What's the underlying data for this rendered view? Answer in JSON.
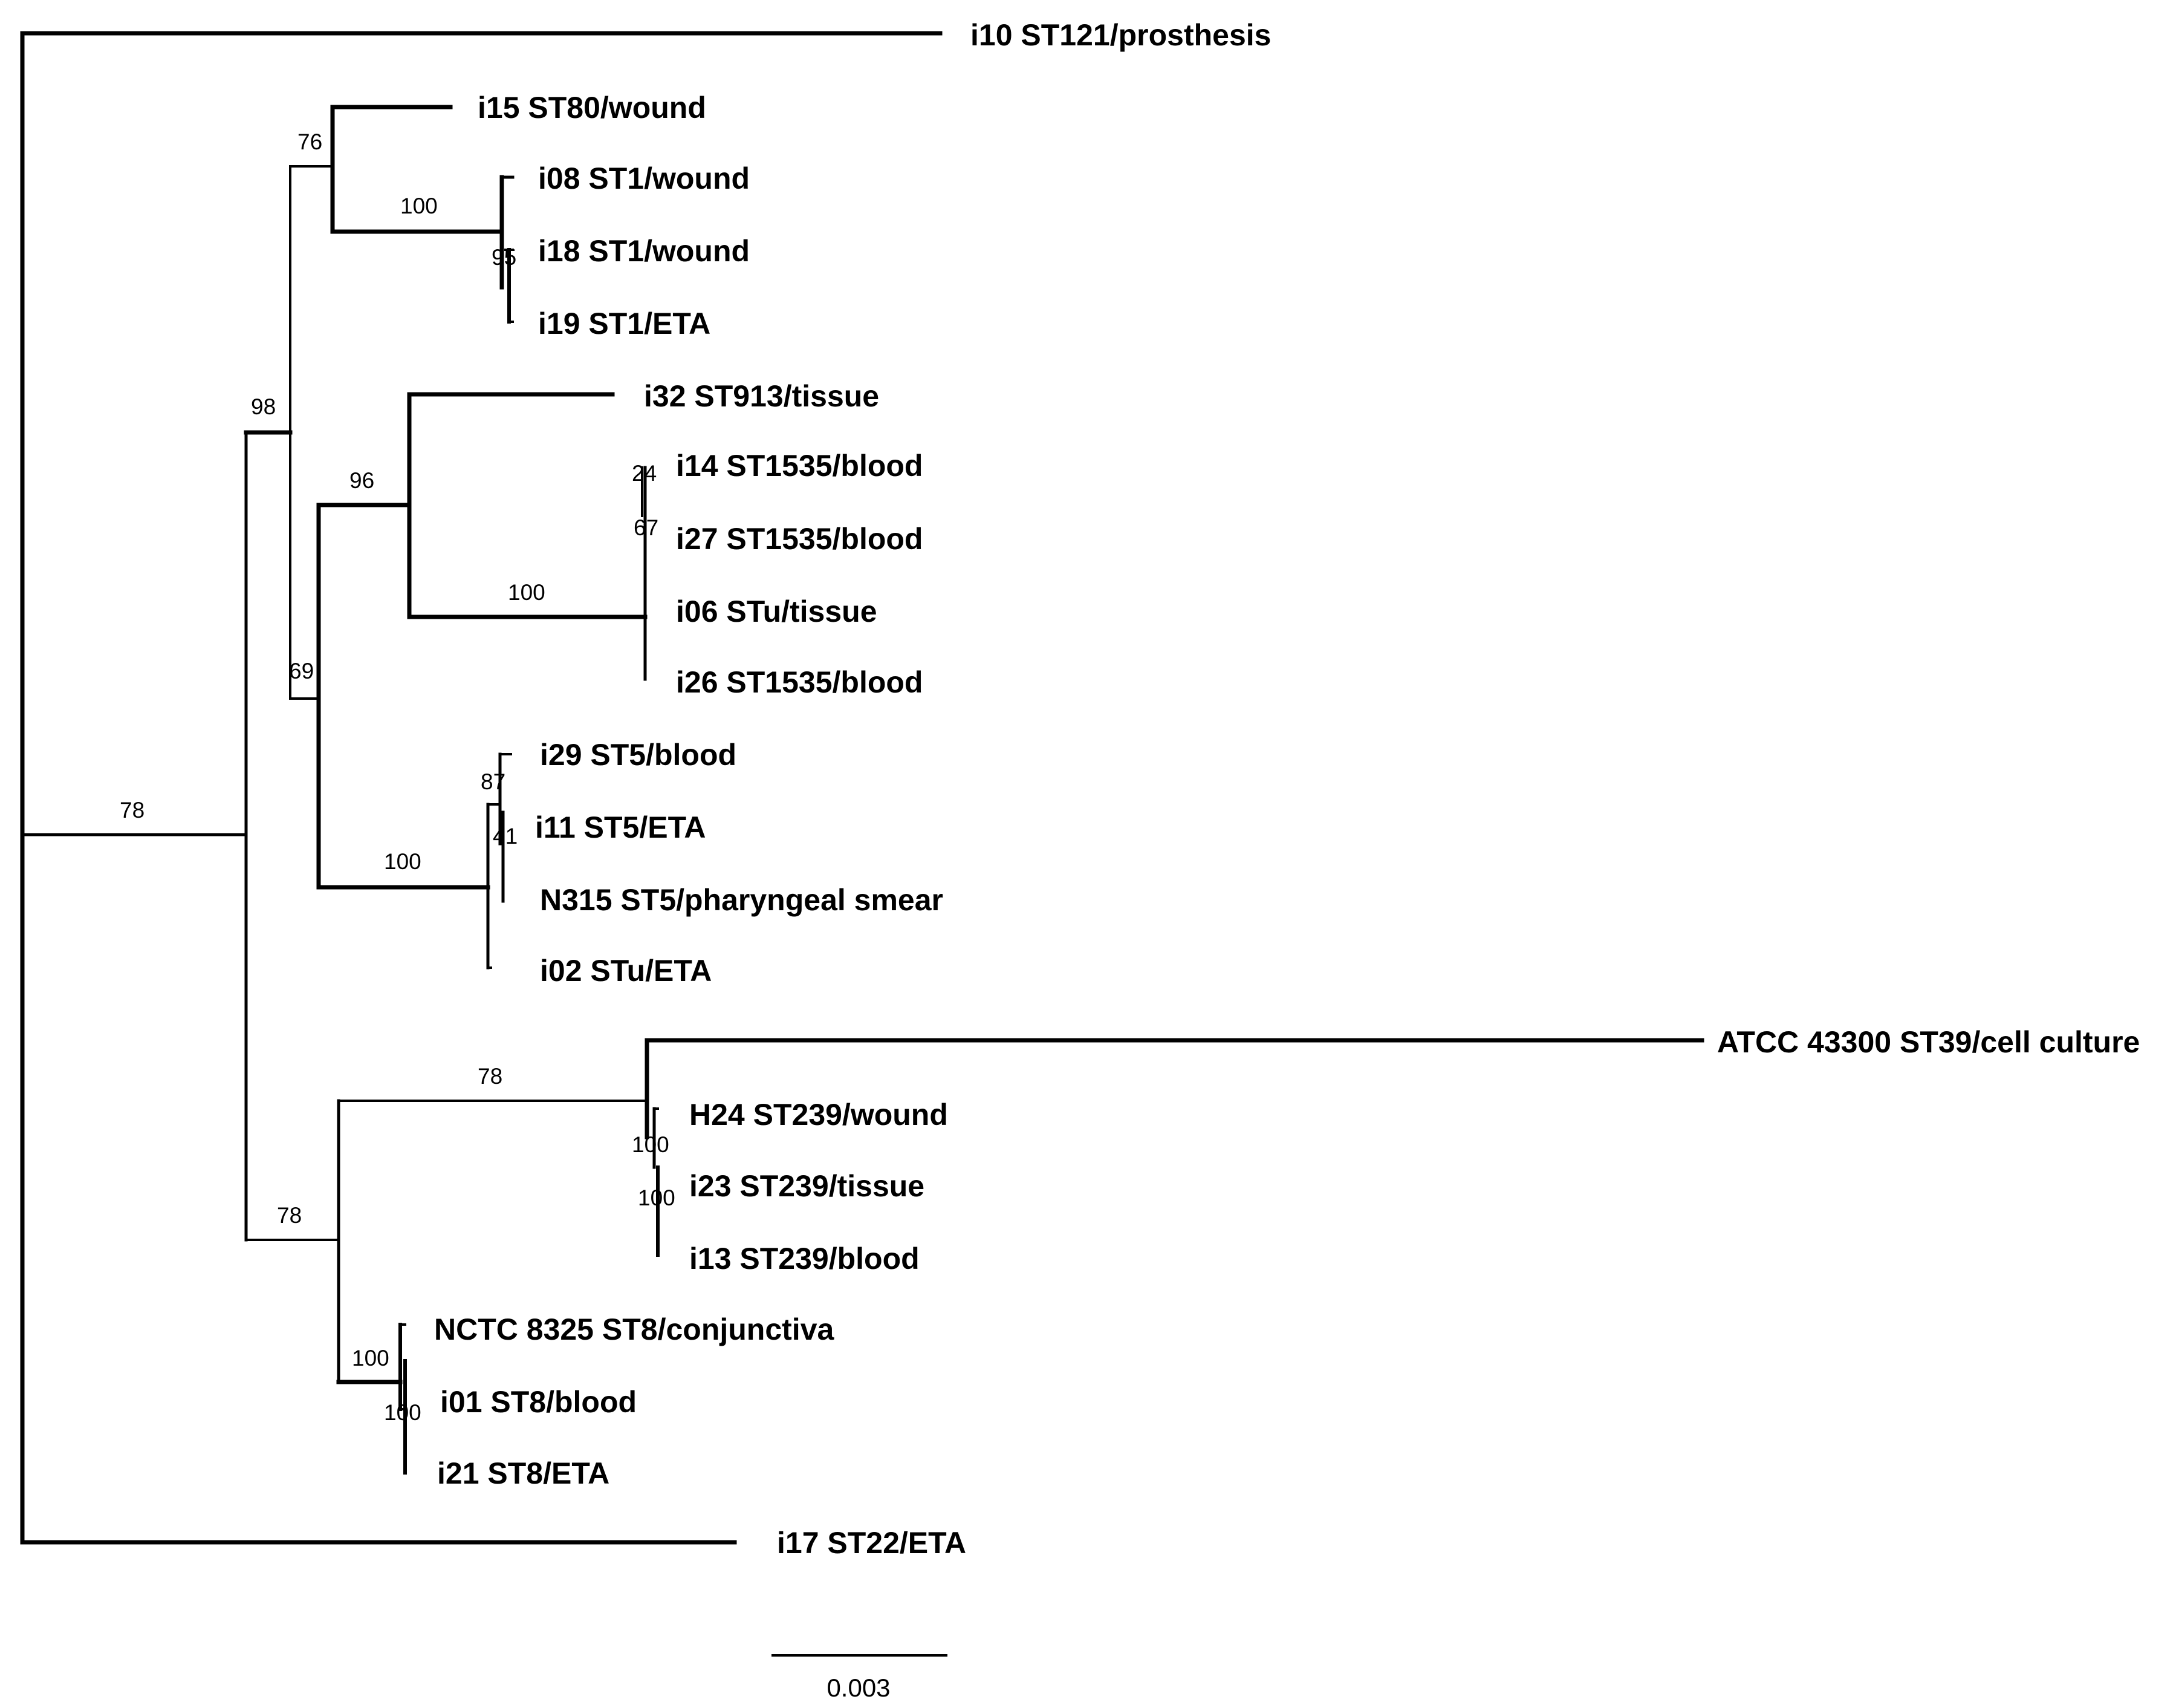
{
  "tree": {
    "leaves": [
      {
        "id": "i10",
        "label": "i10 ST121/prosthesis"
      },
      {
        "id": "i15",
        "label": "i15 ST80/wound"
      },
      {
        "id": "i08",
        "label": "i08 ST1/wound"
      },
      {
        "id": "i18",
        "label": "i18 ST1/wound"
      },
      {
        "id": "i19",
        "label": "i19 ST1/ETA"
      },
      {
        "id": "i32",
        "label": "i32 ST913/tissue"
      },
      {
        "id": "i14",
        "label": "i14 ST1535/blood"
      },
      {
        "id": "i27",
        "label": "i27 ST1535/blood"
      },
      {
        "id": "i06",
        "label": "i06 STu/tissue"
      },
      {
        "id": "i26",
        "label": "i26 ST1535/blood"
      },
      {
        "id": "i29",
        "label": "i29 ST5/blood"
      },
      {
        "id": "i11",
        "label": "i11 ST5/ETA"
      },
      {
        "id": "n315",
        "label": "N315 ST5/pharyngeal smear"
      },
      {
        "id": "i02",
        "label": "i02 STu/ETA"
      },
      {
        "id": "atcc",
        "label": "ATCC 43300 ST39/cell culture"
      },
      {
        "id": "h24",
        "label": "H24 ST239/wound"
      },
      {
        "id": "i23",
        "label": "i23 ST239/tissue"
      },
      {
        "id": "i13",
        "label": "i13 ST239/blood"
      },
      {
        "id": "nctc",
        "label": "NCTC 8325 ST8/conjunctiva"
      },
      {
        "id": "i01",
        "label": "i01 ST8/blood"
      },
      {
        "id": "i21",
        "label": "i21 ST8/ETA"
      },
      {
        "id": "i17",
        "label": "i17 ST22/ETA"
      }
    ],
    "support_values": {
      "root_ingroup": "78",
      "clade_st1_st80": "76",
      "clade_st1": "100",
      "clade_i18_i19": "95",
      "clade_upper": "98",
      "clade_st913_st1535": "96",
      "clade_st1535": "100",
      "clade_i14_i27": "24",
      "clade_i27_inner": "67",
      "clade_mid": "69",
      "clade_st5": "100",
      "clade_i29_i11": "87",
      "clade_i11_n315": "41",
      "clade_st239_atcc": "78",
      "clade_st239": "100",
      "clade_i23_i13": "100",
      "clade_lower": "78",
      "clade_st8": "100",
      "clade_i01_i21": "100"
    },
    "scale_bar": {
      "label": "0.003",
      "value": 0.003
    }
  }
}
